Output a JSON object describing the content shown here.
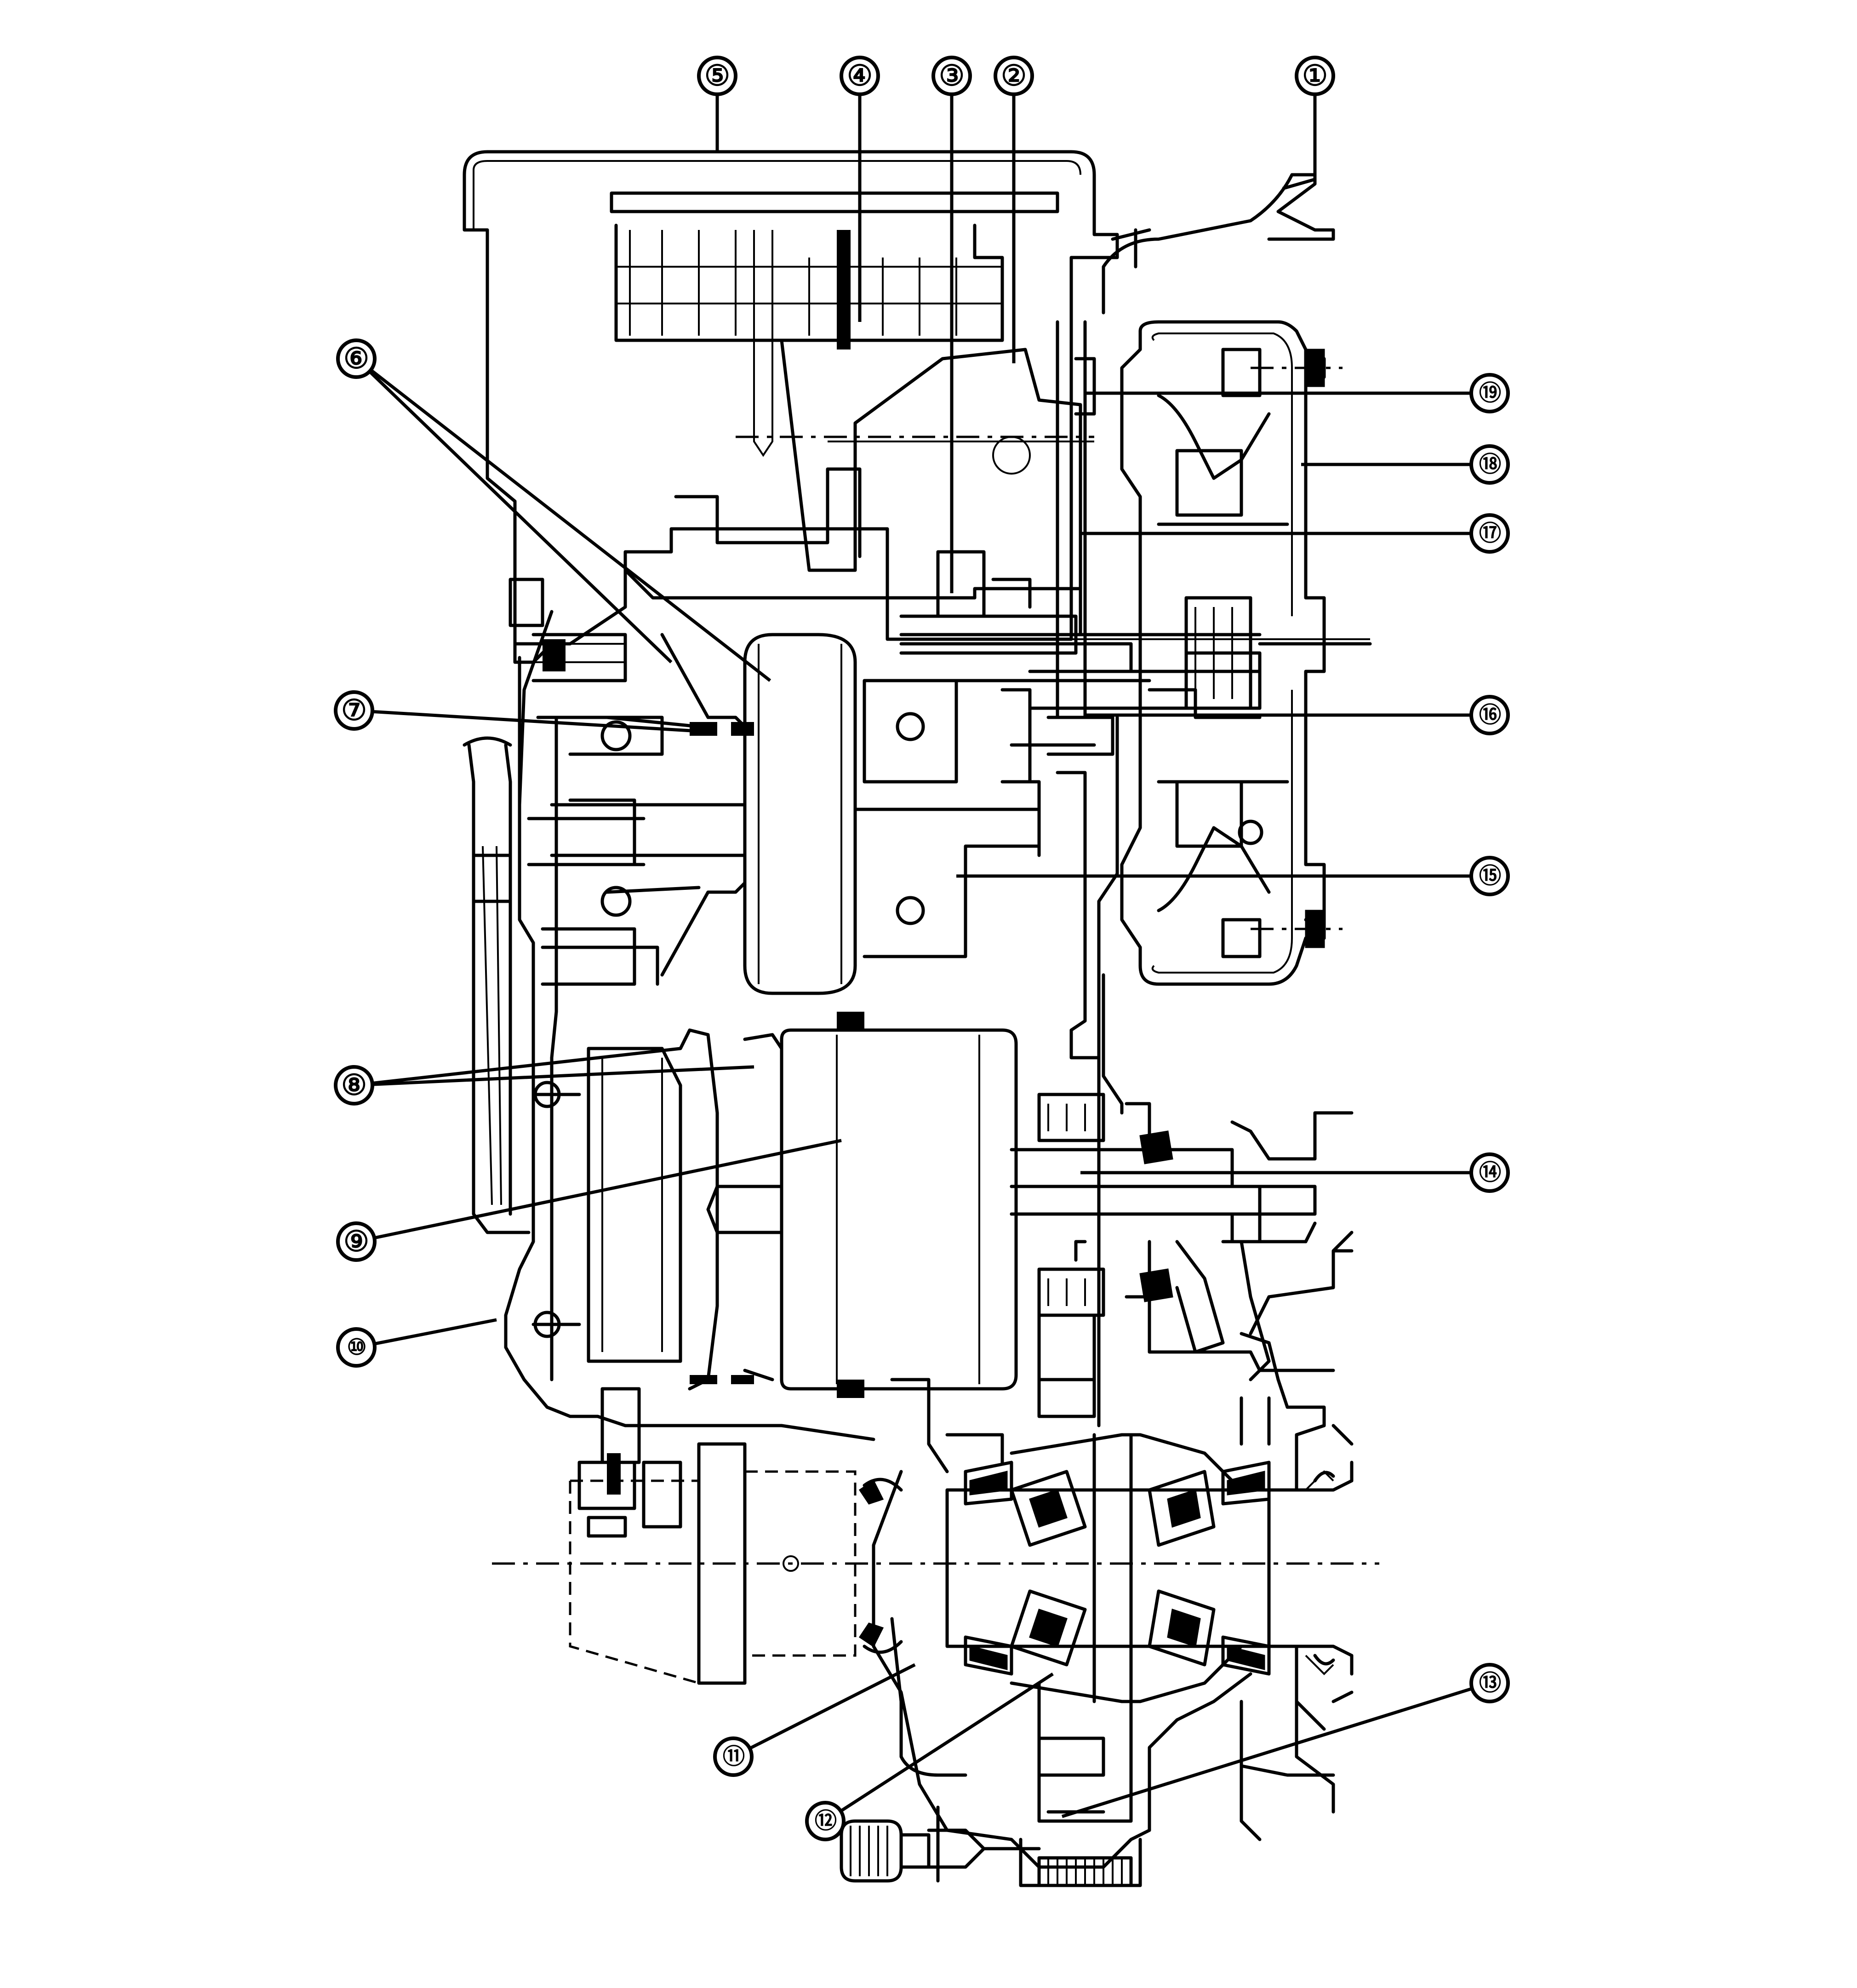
{
  "callouts": [
    {
      "id": "1",
      "label": "①"
    },
    {
      "id": "2",
      "label": "②"
    },
    {
      "id": "3",
      "label": "③"
    },
    {
      "id": "4",
      "label": "④"
    },
    {
      "id": "5",
      "label": "⑤"
    },
    {
      "id": "6",
      "label": "⑥"
    },
    {
      "id": "7",
      "label": "⑦"
    },
    {
      "id": "8",
      "label": "⑧"
    },
    {
      "id": "9",
      "label": "⑨"
    },
    {
      "id": "10",
      "label": "⑩"
    },
    {
      "id": "11",
      "label": "⑪"
    },
    {
      "id": "12",
      "label": "⑫"
    },
    {
      "id": "13",
      "label": "⑬"
    },
    {
      "id": "14",
      "label": "⑭"
    },
    {
      "id": "15",
      "label": "⑮"
    },
    {
      "id": "16",
      "label": "⑯"
    },
    {
      "id": "17",
      "label": "⑰"
    },
    {
      "id": "18",
      "label": "⑱"
    },
    {
      "id": "19",
      "label": "⑲"
    }
  ]
}
